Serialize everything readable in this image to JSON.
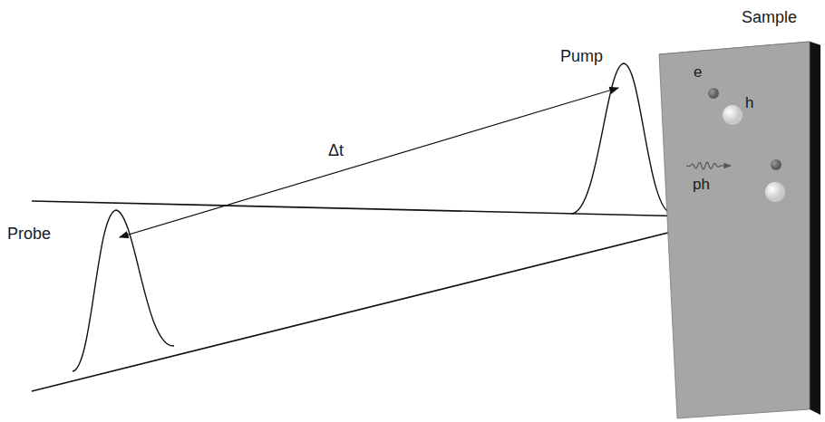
{
  "diagram": {
    "nodes": [
      {
        "text": [
          "Sample"
        ]
      }
    ],
    "labels": [
      "Pump",
      "Δt",
      "Probe",
      "e",
      "h",
      "ph"
    ]
  }
}
